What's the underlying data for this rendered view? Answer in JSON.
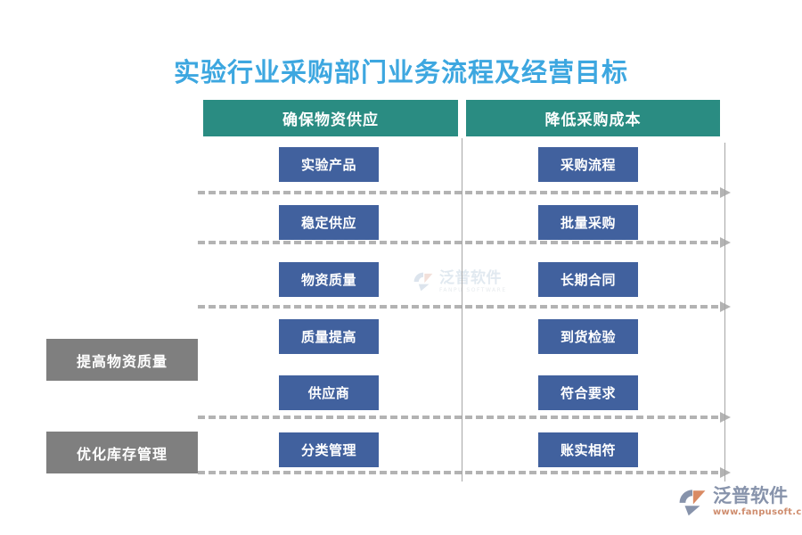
{
  "title": "实验行业采购部门业务流程及经营目标",
  "theme": {
    "title_color": "#3da7e0",
    "header_color": "#2a8c82",
    "node_color": "#41619e",
    "goal_color": "#7f7f7f",
    "connector_color": "#b3b3b3",
    "background": "#ffffff"
  },
  "columns": [
    {
      "header": "确保物资供应",
      "nodes": [
        "实验产品",
        "稳定供应",
        "物资质量",
        "质量提高",
        "供应商",
        "分类管理"
      ]
    },
    {
      "header": "降低采购成本",
      "nodes": [
        "采购流程",
        "批量采购",
        "长期合同",
        "到货检验",
        "符合要求",
        "账实相符"
      ]
    }
  ],
  "goals": [
    "提高物资质量",
    "优化库存管理"
  ],
  "connectors": [
    {
      "name": "connector-1"
    },
    {
      "name": "connector-2"
    },
    {
      "name": "connector-3"
    },
    {
      "name": "connector-4"
    },
    {
      "name": "connector-5"
    }
  ],
  "watermark": {
    "cn": "泛普软件",
    "en": "FANPU SOFTWARE"
  },
  "logo": {
    "cn": "泛普软件",
    "url": "www.fanpusoft.com"
  }
}
